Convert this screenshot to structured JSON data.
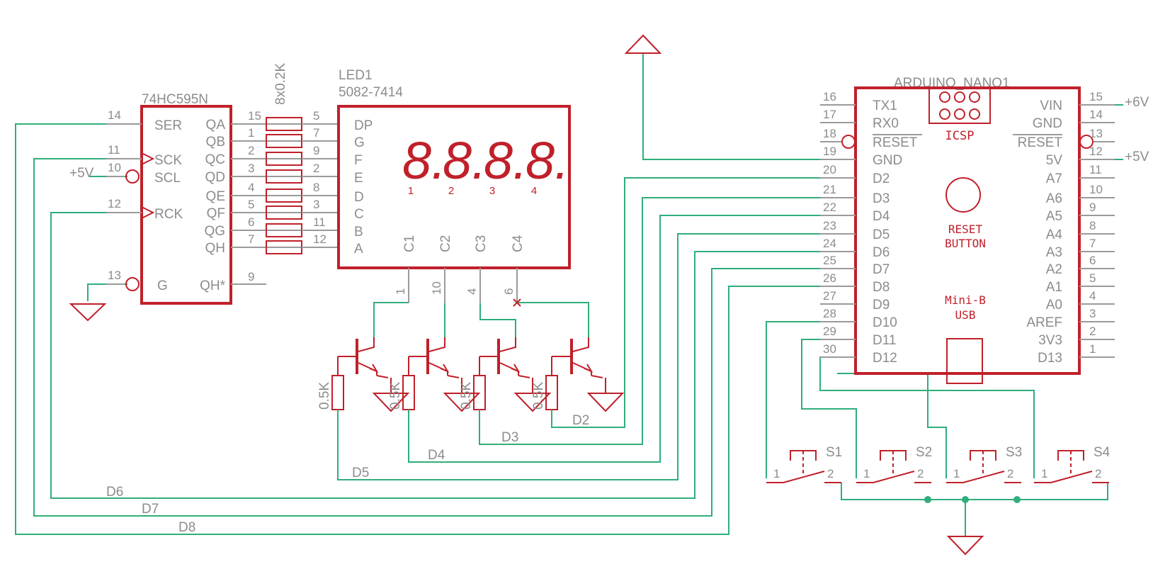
{
  "shift_register": {
    "name": "74HC595N",
    "left_pins": [
      {
        "num": "14",
        "label": "SER"
      },
      {
        "num": "11",
        "label": "SCK"
      },
      {
        "num": "10",
        "label": "SCL"
      },
      {
        "num": "12",
        "label": "RCK"
      },
      {
        "num": "13",
        "label": "G"
      }
    ],
    "outputs": [
      "QA",
      "QB",
      "QC",
      "QD",
      "QE",
      "QF",
      "QG",
      "QH"
    ],
    "output_pins": [
      "15",
      "1",
      "2",
      "3",
      "4",
      "5",
      "6",
      "7"
    ],
    "qh_star": {
      "label": "QH*",
      "num": "9"
    },
    "vcc_label": "+5V"
  },
  "resistor_array": {
    "label": "8x0.2K"
  },
  "display": {
    "name": "LED1",
    "part": "5082-7414",
    "segments": [
      "DP",
      "G",
      "F",
      "E",
      "D",
      "C",
      "B",
      "A"
    ],
    "segment_pins": [
      "5",
      "7",
      "9",
      "2",
      "8",
      "3",
      "11",
      "12"
    ],
    "digit_glyph": "8.",
    "digit_numbers": [
      "1",
      "2",
      "3",
      "4"
    ],
    "commons": [
      "C1",
      "C2",
      "C3",
      "C4"
    ],
    "common_pins": [
      "1",
      "10",
      "4",
      "6"
    ]
  },
  "base_resistor_value": "0.5K",
  "digit_nets": [
    "D5",
    "D4",
    "D3",
    "D2"
  ],
  "bus_nets": [
    "D6",
    "D7",
    "D8"
  ],
  "arduino": {
    "name": "ARDUINO_NANO1",
    "left_pins": [
      {
        "num": "16",
        "label": "TX1"
      },
      {
        "num": "17",
        "label": "RX0"
      },
      {
        "num": "18",
        "label": "RESET"
      },
      {
        "num": "19",
        "label": "GND"
      },
      {
        "num": "20",
        "label": "D2"
      },
      {
        "num": "21",
        "label": "D3"
      },
      {
        "num": "22",
        "label": "D4"
      },
      {
        "num": "23",
        "label": "D5"
      },
      {
        "num": "24",
        "label": "D6"
      },
      {
        "num": "25",
        "label": "D7"
      },
      {
        "num": "26",
        "label": "D8"
      },
      {
        "num": "27",
        "label": "D9"
      },
      {
        "num": "28",
        "label": "D10"
      },
      {
        "num": "29",
        "label": "D11"
      },
      {
        "num": "30",
        "label": "D12"
      }
    ],
    "right_pins": [
      {
        "num": "15",
        "label": "VIN"
      },
      {
        "num": "14",
        "label": "GND"
      },
      {
        "num": "13",
        "label": "RESET"
      },
      {
        "num": "12",
        "label": "5V"
      },
      {
        "num": "11",
        "label": "A7"
      },
      {
        "num": "10",
        "label": "A6"
      },
      {
        "num": "9",
        "label": "A5"
      },
      {
        "num": "8",
        "label": "A4"
      },
      {
        "num": "7",
        "label": "A3"
      },
      {
        "num": "6",
        "label": "A2"
      },
      {
        "num": "5",
        "label": "A1"
      },
      {
        "num": "4",
        "label": "A0"
      },
      {
        "num": "3",
        "label": "AREF"
      },
      {
        "num": "2",
        "label": "3V3"
      },
      {
        "num": "1",
        "label": "D13"
      }
    ],
    "icsp": "ICSP",
    "reset_button": [
      "RESET",
      "BUTTON"
    ],
    "usb": [
      "Mini-B",
      "USB"
    ],
    "vin_supply": "+6V",
    "v5_supply": "+5V"
  },
  "switches": [
    {
      "name": "S1",
      "pin1": "1",
      "pin2": "2"
    },
    {
      "name": "S2",
      "pin1": "1",
      "pin2": "2"
    },
    {
      "name": "S3",
      "pin1": "1",
      "pin2": "2"
    },
    {
      "name": "S4",
      "pin1": "1",
      "pin2": "2"
    }
  ]
}
